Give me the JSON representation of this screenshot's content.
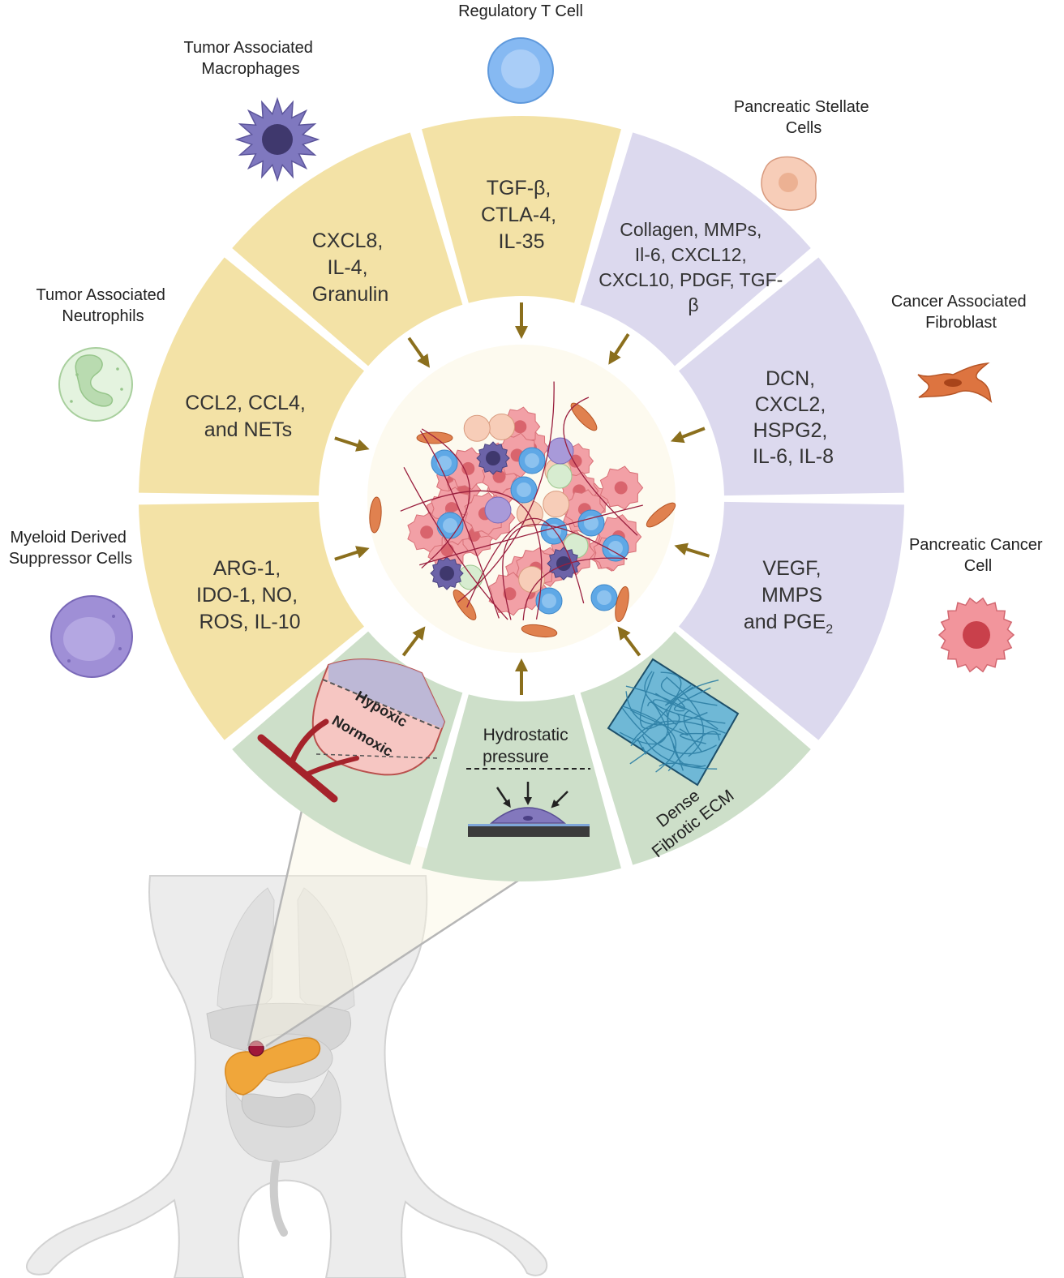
{
  "colors": {
    "immune_segment": "#f3e2a6",
    "stromal_segment": "#dcd9ee",
    "physical_segment": "#cddfc9",
    "arrow": "#8b6f1d",
    "center": "#fdfaef"
  },
  "cells": {
    "regulatory_t_cell": [
      "Regulatory T Cell"
    ],
    "tam": [
      "Tumor Associated",
      "Macrophages"
    ],
    "psc": [
      "Pancreatic Stellate",
      "Cells"
    ],
    "tan": [
      "Tumor Associated",
      "Neutrophils"
    ],
    "caf": [
      "Cancer Associated",
      "Fibroblast"
    ],
    "mdsc": [
      "Myeloid Derived",
      "Suppressor Cells"
    ],
    "pcc": [
      "Pancreatic Cancer",
      "Cell"
    ]
  },
  "segments": {
    "treg": [
      "TGF-β,",
      "CTLA-4,",
      "IL-35"
    ],
    "tam": [
      "CXCL8,",
      "IL-4,",
      "Granulin"
    ],
    "psc": [
      "Collagen, MMPs,",
      "Il-6, CXCL12,",
      "CXCL10, PDGF, TGF-",
      "β"
    ],
    "tan": [
      "CCL2, CCL4,",
      "and NETs"
    ],
    "caf": [
      "DCN,",
      "CXCL2,",
      "HSPG2,",
      "IL-6, IL-8"
    ],
    "mdsc": [
      "ARG-1,",
      "IDO-1, NO,",
      "ROS, IL-10"
    ],
    "pcc": [
      "VEGF,",
      "MMPS",
      "and PGE"
    ],
    "pcc_subscript": "2"
  },
  "physical": {
    "hypoxic": "Hypoxic",
    "normoxic": "Normoxic",
    "hydrostatic": [
      "Hydrostatic",
      "pressure"
    ],
    "ecm": [
      "Dense",
      "Fibrotic ECM"
    ]
  }
}
